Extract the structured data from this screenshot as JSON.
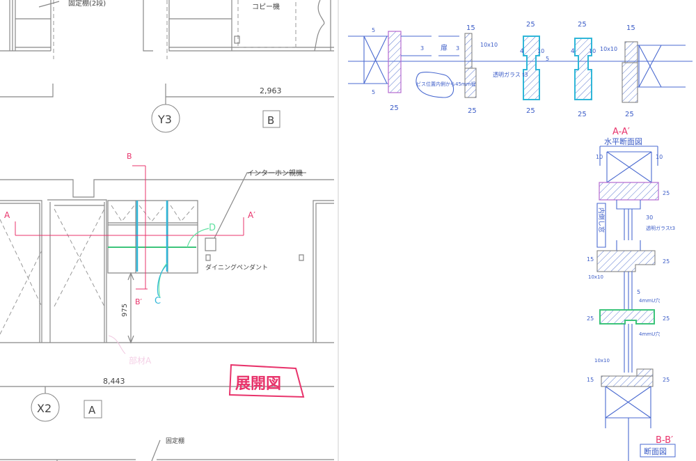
{
  "left_drawing": {
    "top_label_shelf": "固定棚(2段)",
    "copy_machine": "コピー機",
    "dim_top": "2,963",
    "grid_y3": "Y3",
    "grid_b": "B",
    "intercom": "インターホン親機",
    "pendant": "ダイニングペンダント",
    "height_dim": "975",
    "member_a": "部材A",
    "dim_bottom": "8,443",
    "grid_x2": "X2",
    "grid_a": "A",
    "bottom_shelf": "固定棚",
    "section_a": "A",
    "section_a_prime": "A′",
    "section_b": "B",
    "section_b_prime": "B′",
    "mark_c": "C",
    "mark_d": "D",
    "stamp": "展開図"
  },
  "right_sketch": {
    "top_dims": [
      "15",
      "25",
      "25",
      "15",
      "25",
      "25",
      "25",
      "25"
    ],
    "dim_small": [
      "5",
      "5",
      "3",
      "3",
      "4",
      "10",
      "4",
      "10",
      "5"
    ],
    "door_label": "扉",
    "fillet_1": "10x10",
    "fillet_2": "10x10",
    "glass_note": "透明ガラス t3",
    "screw_note": "ビス位置内側から45mm程",
    "section_aa": "A-A′",
    "section_aa_title": "水平断面図",
    "side_dims": [
      "10",
      "10",
      "25",
      "15",
      "25",
      "25",
      "25",
      "15",
      "25",
      "30",
      "5"
    ],
    "glass_note_2": "透明ガラスt3",
    "tilt_window": "内倒し窓",
    "fillet_3": "10x10",
    "fillet_4": "10x10",
    "hole_1": "4mmU穴",
    "hole_2": "4mmU穴",
    "section_bb": "B-B′",
    "section_bb_title": "断面図"
  },
  "colors": {
    "red": "#e8336b",
    "cyan": "#2fb6d8",
    "green": "#3cc47a",
    "purple": "#b46ad0",
    "pen": "#3a5bc7"
  }
}
